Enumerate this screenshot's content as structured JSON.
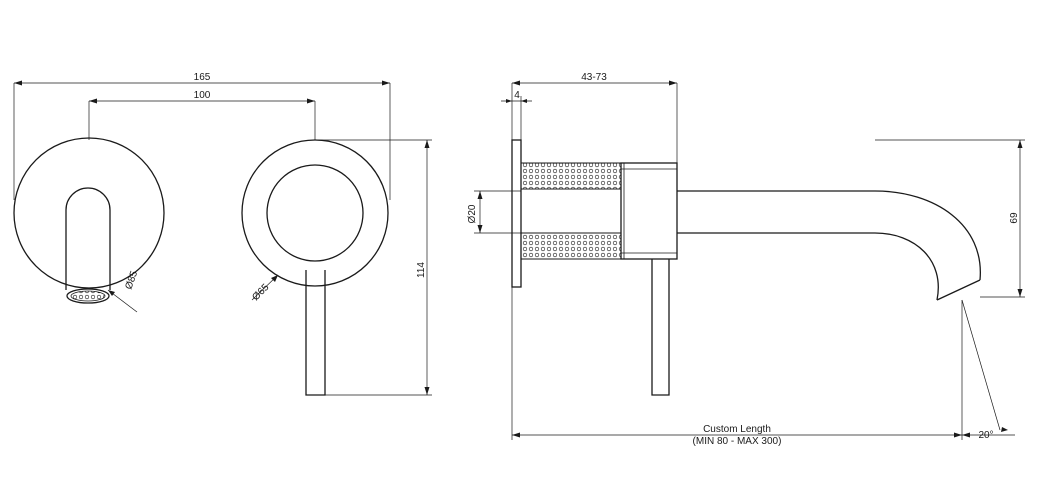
{
  "dimensions": {
    "overall_width": "165",
    "center_distance": "100",
    "height": "114",
    "spout_diameter": "Ø85",
    "handle_diameter": "Ø65",
    "wall_depth_range": "43-73",
    "plate_thickness": "4",
    "body_diameter": "Ø20",
    "spout_height": "69",
    "custom_length_label": "Custom Length",
    "custom_length_range": "(MIN 80 - MAX 300)",
    "spout_angle": "20°"
  },
  "colors": {
    "line": "#1a1a1a",
    "background": "#ffffff"
  }
}
